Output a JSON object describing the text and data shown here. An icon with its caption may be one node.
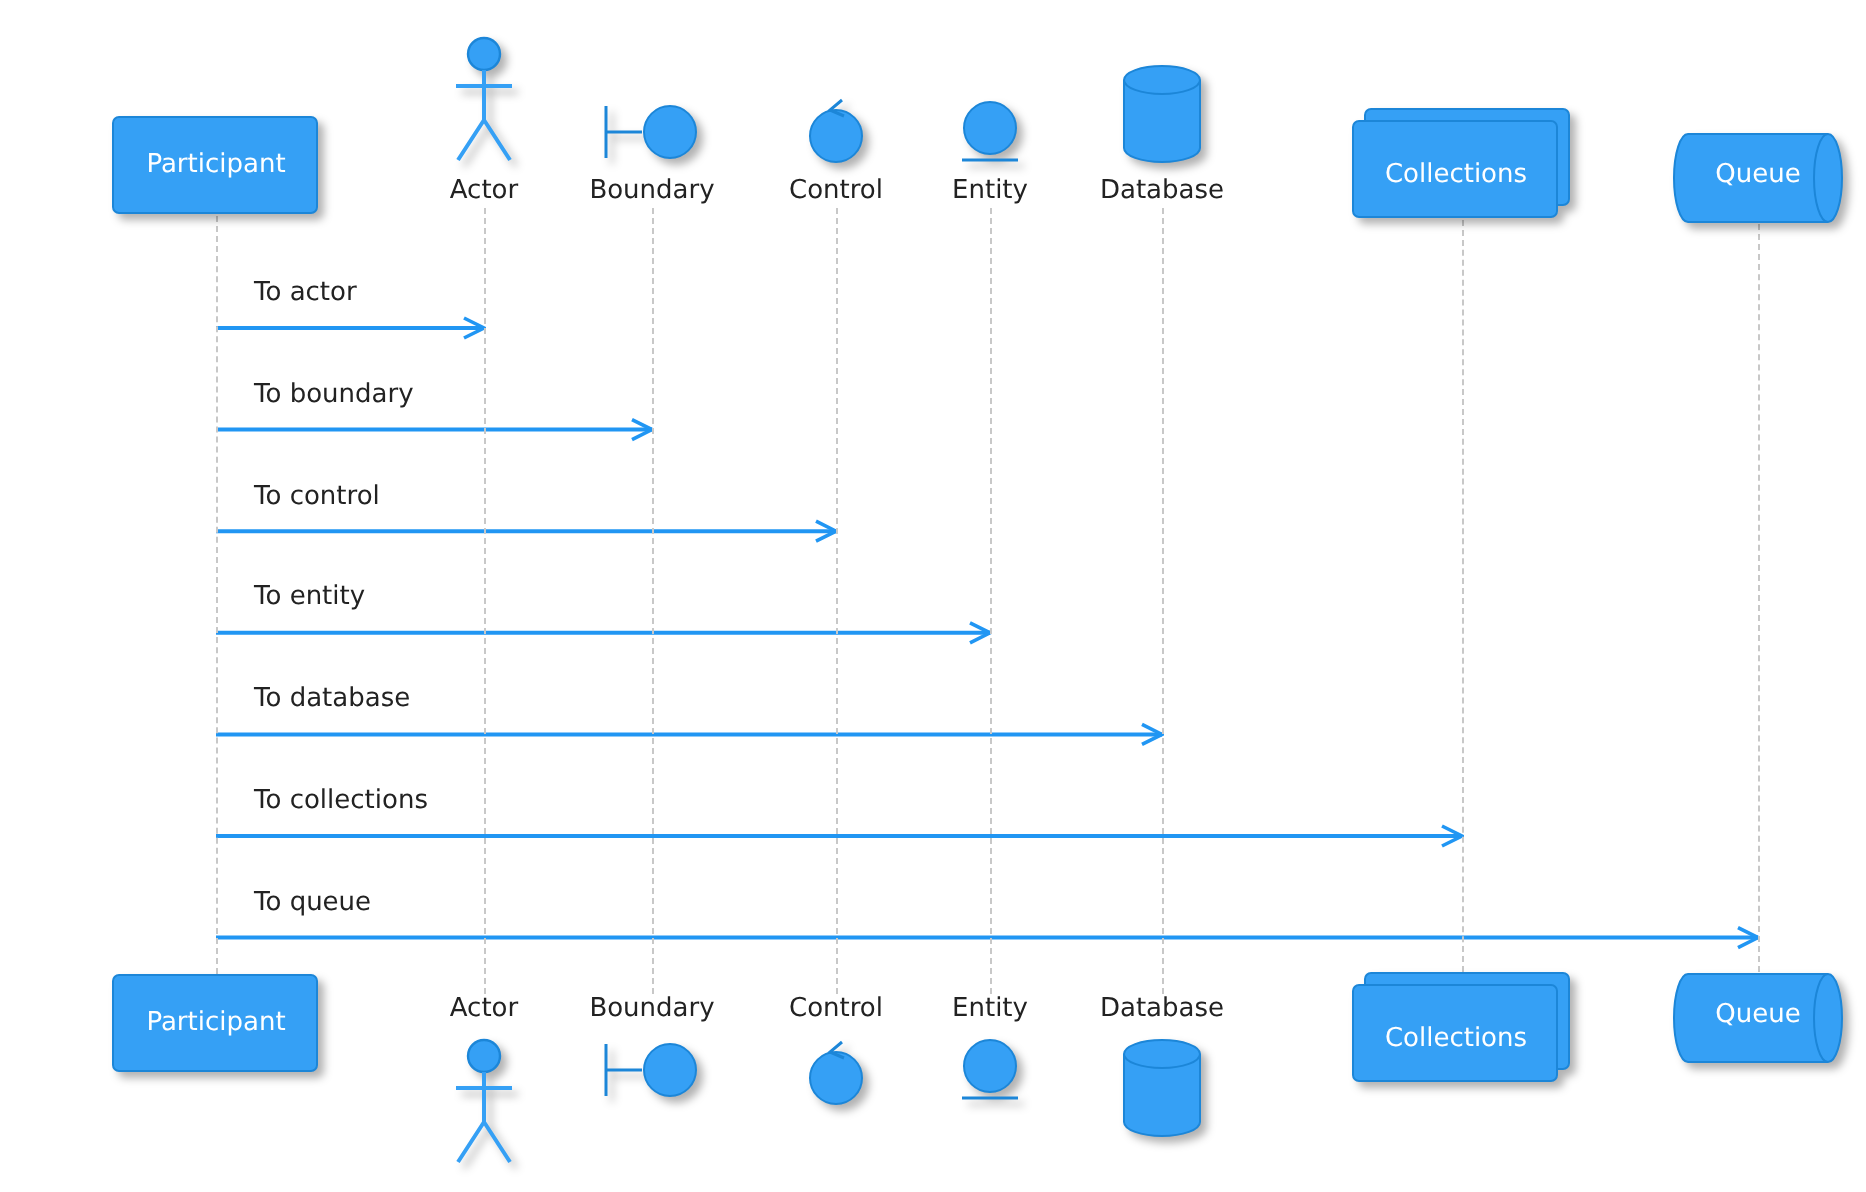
{
  "diagram": {
    "nodes": [
      {
        "text": [
          "Participant"
        ]
      },
      {
        "text": [
          "Actor"
        ]
      },
      {
        "text": [
          "Boundary"
        ]
      },
      {
        "text": [
          "Control"
        ]
      },
      {
        "text": [
          "Entity"
        ]
      },
      {
        "text": [
          "Database"
        ]
      },
      {
        "text": [
          "Collections"
        ]
      },
      {
        "text": [
          "Queue"
        ]
      },
      {
        "text": [
          "Participant"
        ]
      },
      {
        "text": [
          "Actor"
        ]
      },
      {
        "text": [
          "Boundary"
        ]
      },
      {
        "text": [
          "Control"
        ]
      },
      {
        "text": [
          "Entity"
        ]
      },
      {
        "text": [
          "Database"
        ]
      },
      {
        "text": [
          "Collections"
        ]
      },
      {
        "text": [
          "Queue"
        ]
      },
      {
        "text": [],
        "shape": "line"
      },
      {
        "text": [],
        "shape": "line"
      },
      {
        "text": [],
        "shape": "line"
      },
      {
        "text": [],
        "shape": "line"
      },
      {
        "text": [],
        "shape": "line"
      },
      {
        "text": [],
        "shape": "line"
      },
      {
        "text": [],
        "shape": "line"
      },
      {
        "text": [],
        "shape": "line"
      }
    ],
    "edges": [
      {
        "from": 16,
        "to": 17,
        "arrow": "to",
        "label": "To actor"
      },
      {
        "from": 16,
        "to": 18,
        "arrow": "to",
        "label": "To boundary"
      },
      {
        "from": 16,
        "to": 19,
        "arrow": "to",
        "label": "To control"
      },
      {
        "from": 16,
        "to": 20,
        "arrow": "to",
        "label": "To entity"
      },
      {
        "from": 16,
        "to": 21,
        "arrow": "to",
        "label": "To database"
      },
      {
        "from": 16,
        "to": 22,
        "arrow": "to",
        "label": "To collections"
      },
      {
        "from": 16,
        "to": 23,
        "arrow": "to",
        "label": "To queue"
      }
    ]
  }
}
